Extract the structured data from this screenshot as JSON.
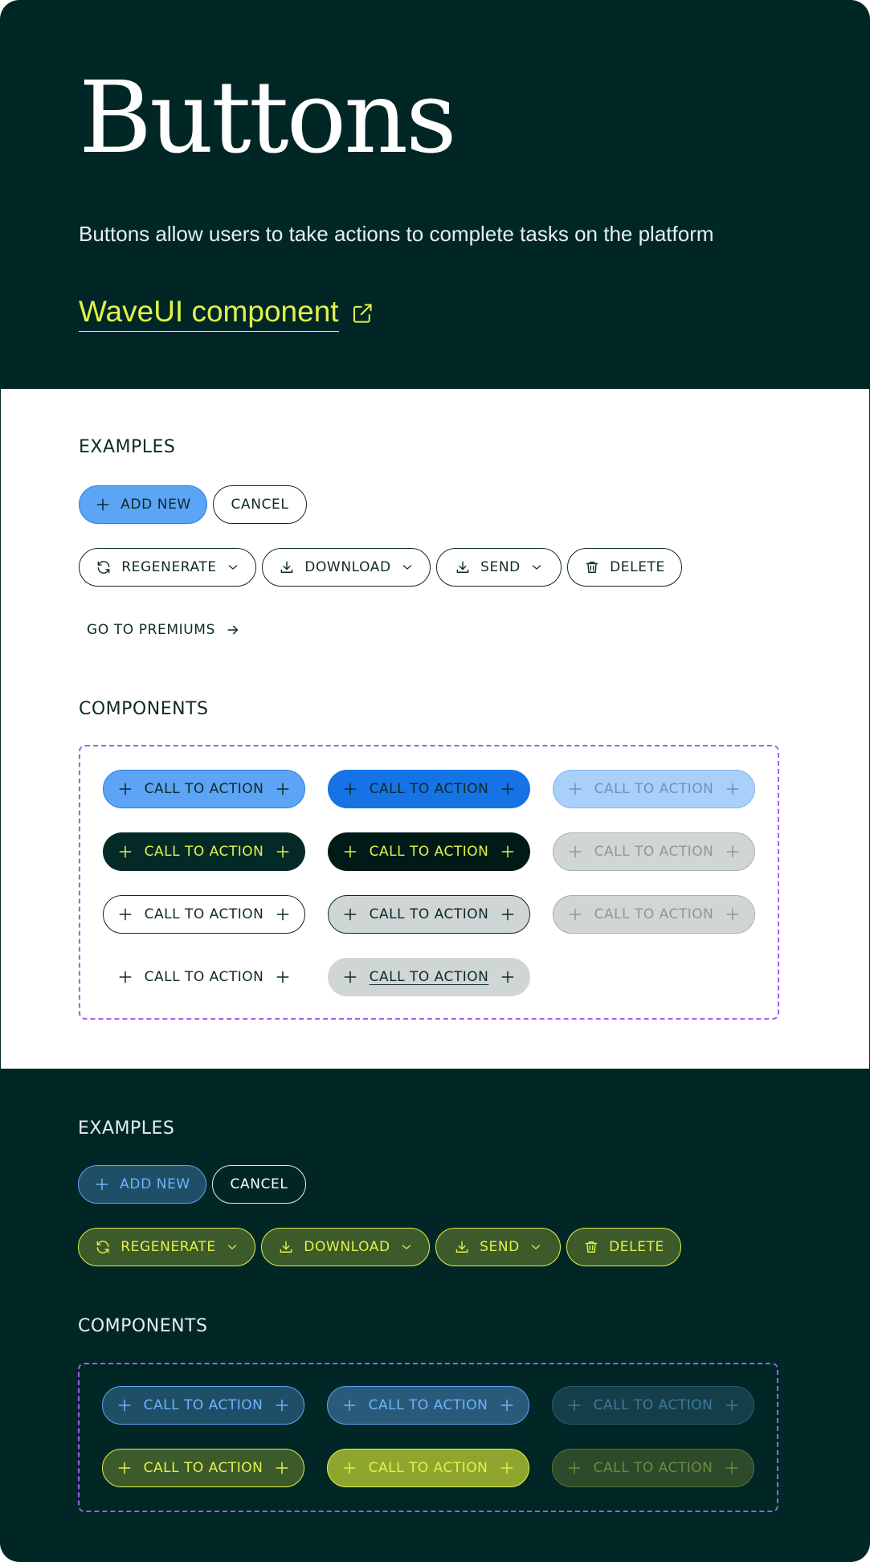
{
  "hero": {
    "title": "Buttons",
    "description": "Buttons allow users to take actions to complete tasks on the platform",
    "link_label": "WaveUI component",
    "link_icon": "external-link-icon",
    "accent": "#e3f24a"
  },
  "light": {
    "examples_label": "EXAMPLES",
    "add_new": "ADD NEW",
    "cancel": "CANCEL",
    "regenerate": "REGENERATE",
    "download": "DOWNLOAD",
    "send": "SEND",
    "delete": "DELETE",
    "go_to_premiums": "GO TO PREMIUMS",
    "components_label": "COMPONENTS",
    "cta": "CALL TO ACTION"
  },
  "dark": {
    "examples_label": "EXAMPLES",
    "add_new": "ADD NEW",
    "cancel": "CANCEL",
    "regenerate": "REGENERATE",
    "download": "DOWNLOAD",
    "send": "SEND",
    "delete": "DELETE",
    "components_label": "COMPONENTS",
    "cta": "CALL TO ACTION"
  },
  "colors": {
    "background_dark": "#002725",
    "primary_blue": "#5ba4f6",
    "strong_blue": "#1573e6",
    "accent_yellow": "#e3f24a",
    "dashed_border": "#a45ef0"
  }
}
